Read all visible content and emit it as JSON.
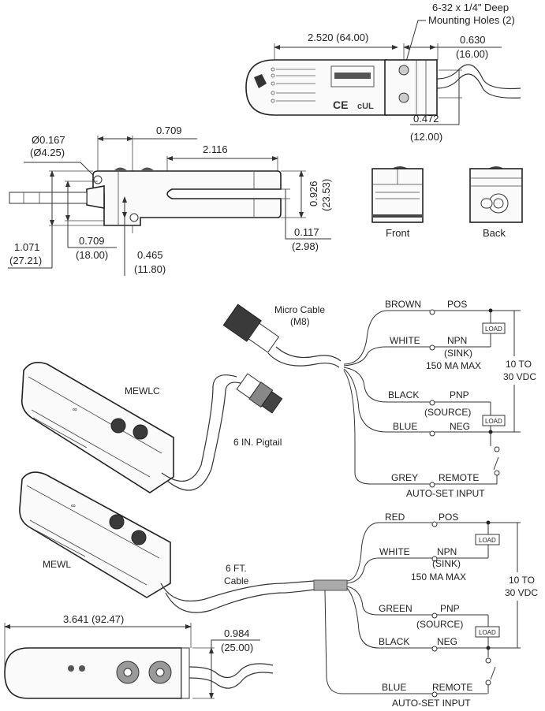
{
  "top_view": {
    "mounting_note_line1": "6-32 x 1/4\" Deep",
    "mounting_note_line2": "Mounting Holes (2)",
    "length": "2.520 (64.00)",
    "end_width_in": "0.630",
    "end_width_mm": "(16.00)",
    "hole_spacing_in": "0.472",
    "hole_spacing_mm": "(12.00)"
  },
  "side_view": {
    "hole_dia_in": "Ø0.167",
    "hole_dia_mm": "(Ø4.25)",
    "top_offset": "0.709",
    "slot_length": "2.116",
    "height_in": "0.926",
    "height_mm": "(23.53)",
    "slot_width_in": "0.117",
    "slot_width_mm": "(2.98)",
    "overall_in": "1.071",
    "overall_mm": "(27.21)",
    "inner_in": "0.709",
    "inner_mm": "(18.00)",
    "hole_offset_in": "0.465",
    "hole_offset_mm": "(11.80)"
  },
  "end_views": {
    "front_label": "Front",
    "back_label": "Back"
  },
  "mewlc": {
    "model_label": "MEWLC",
    "cable_label_line1": "Micro Cable",
    "cable_label_line2": "(M8)",
    "pigtail_label": "6 IN. Pigtail",
    "wiring": {
      "wires": [
        {
          "color": "BROWN",
          "function": "POS"
        },
        {
          "color": "WHITE",
          "function": "NPN"
        },
        {
          "color": "BLACK",
          "function": "PNP"
        },
        {
          "color": "BLUE",
          "function": "NEG"
        },
        {
          "color": "GREY",
          "function": "REMOTE"
        }
      ],
      "npn_note": "(SINK)",
      "current_note": "150 MA MAX",
      "pnp_note": "(SOURCE)",
      "load_label": "LOAD",
      "supply_line1": "10 TO",
      "supply_line2": "30 VDC",
      "remote_note": "AUTO-SET INPUT"
    }
  },
  "mewl": {
    "model_label": "MEWL",
    "cable_label_line1": "6 FT.",
    "cable_label_line2": "Cable",
    "wiring": {
      "wires": [
        {
          "color": "RED",
          "function": "POS"
        },
        {
          "color": "WHITE",
          "function": "NPN"
        },
        {
          "color": "GREEN",
          "function": "PNP"
        },
        {
          "color": "BLACK",
          "function": "NEG"
        },
        {
          "color": "BLUE",
          "function": "REMOTE"
        }
      ],
      "npn_note": "(SINK)",
      "current_note": "150 MA MAX",
      "pnp_note": "(SOURCE)",
      "load_label": "LOAD",
      "supply_line1": "10 TO",
      "supply_line2": "30 VDC",
      "remote_note": "AUTO-SET INPUT"
    }
  },
  "bottom_view": {
    "length": "3.641 (92.47)",
    "width_in": "0.984",
    "width_mm": "(25.00)"
  }
}
